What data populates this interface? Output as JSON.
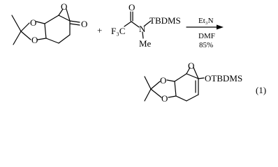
{
  "reaction": {
    "plus": "+",
    "reactant1": {
      "o_bridge": "O",
      "o_ring_top": "O",
      "o_ring_bottom": "O",
      "o_ketone": "O"
    },
    "reactant2": {
      "fluoro_group": "F₃C",
      "o_carbonyl": "O",
      "n_atom": "N",
      "silyl": "TBDMS",
      "methyl": "Me"
    },
    "conditions": {
      "reagent_above": "Et₃N",
      "solvent_below": "DMF",
      "yield": "85%"
    },
    "product": {
      "o_bridge": "O",
      "o_ring_top": "O",
      "o_ring_bottom": "O",
      "silyl_ether": "OTBDMS",
      "equation_number": "(1)"
    }
  }
}
